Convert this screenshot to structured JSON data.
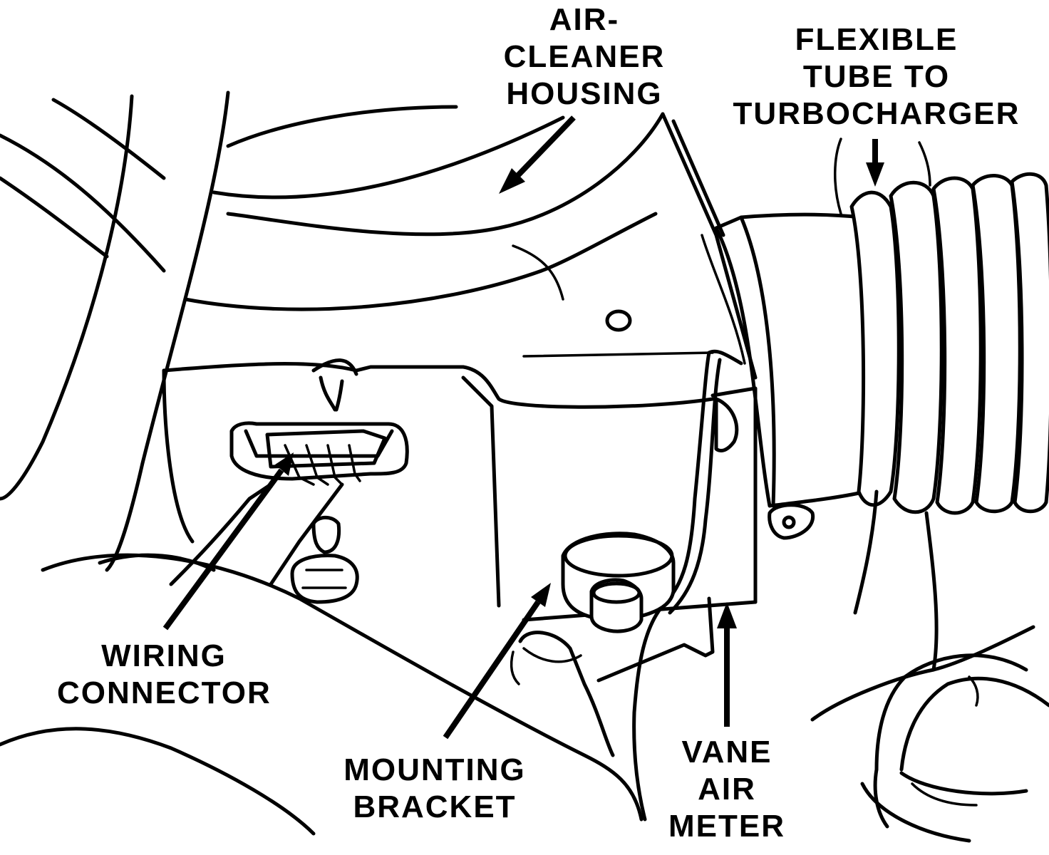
{
  "callouts": {
    "air_cleaner_housing": [
      "AIR-",
      "CLEANER",
      "HOUSING"
    ],
    "flexible_tube": [
      "FLEXIBLE",
      "TUBE TO",
      "TURBOCHARGER"
    ],
    "wiring_connector": [
      "WIRING",
      "CONNECTOR"
    ],
    "mounting_bracket": [
      "MOUNTING",
      "BRACKET"
    ],
    "vane_air_meter": [
      "VANE",
      "AIR",
      "METER"
    ]
  }
}
